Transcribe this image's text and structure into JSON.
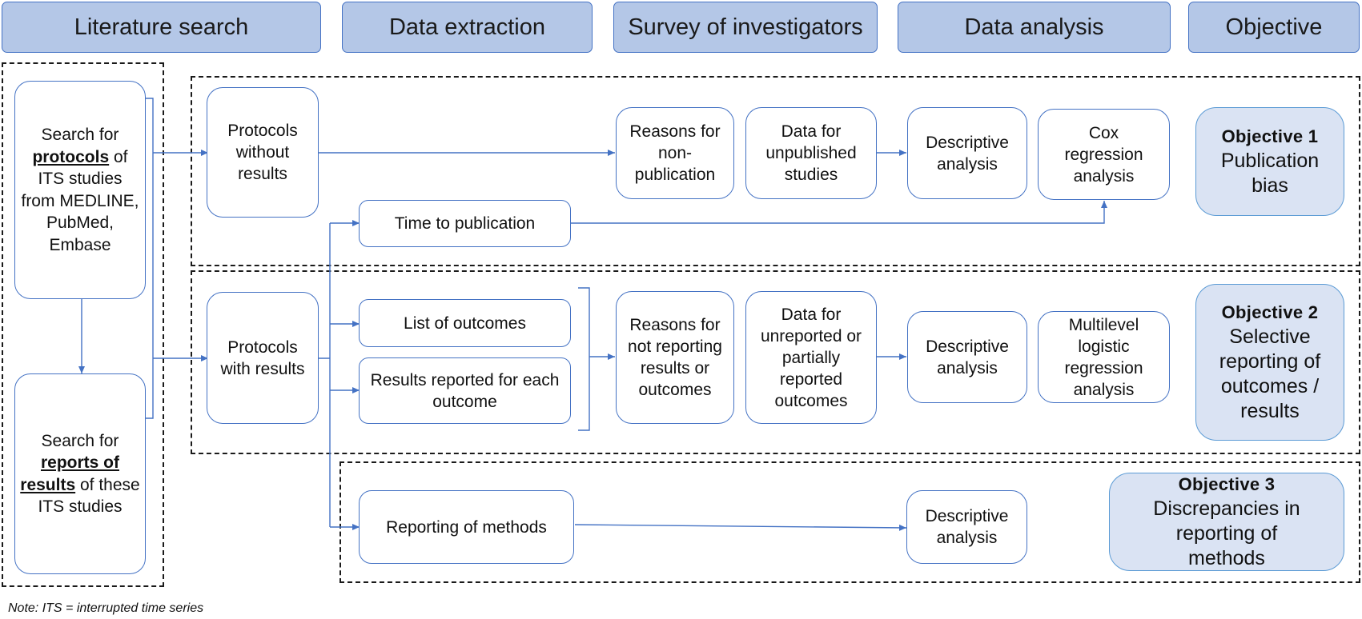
{
  "headers": {
    "literature_search": "Literature search",
    "data_extraction": "Data extraction",
    "survey": "Survey of investigators",
    "data_analysis": "Data analysis",
    "objective": "Objective"
  },
  "search_protocols": {
    "pre": "Search for",
    "em": "protocols",
    "post": "of ITS studies from MEDLINE, PubMed, Embase"
  },
  "search_reports": {
    "pre": "Search for",
    "em": "reports of results",
    "post": "of these ITS studies"
  },
  "nodes": {
    "protocols_without": "Protocols without results",
    "protocols_with": "Protocols with results",
    "time_to_pub": "Time to publication",
    "list_outcomes": "List of outcomes",
    "results_reported": "Results reported for each outcome",
    "reporting_methods": "Reporting of methods",
    "reasons_nonpub": "Reasons for non-publication",
    "data_unpublished": "Data for unpublished studies",
    "reasons_notreporting": "Reasons for not reporting results or outcomes",
    "data_unreported": "Data for unreported or partially reported outcomes",
    "descriptive_1": "Descriptive analysis",
    "cox": "Cox regression analysis",
    "descriptive_2": "Descriptive analysis",
    "multilevel": "Multilevel logistic regression analysis",
    "descriptive_3": "Descriptive analysis"
  },
  "objectives": [
    {
      "title": "Objective 1",
      "desc": "Publication bias"
    },
    {
      "title": "Objective 2",
      "desc": "Selective reporting of outcomes / results"
    },
    {
      "title": "Objective 3",
      "desc": "Discrepancies in reporting of methods"
    }
  ],
  "note": "Note: ITS = interrupted time series",
  "colors": {
    "header_fill": "#b4c7e7",
    "border_blue": "#4472c4",
    "objective_fill": "#dae3f3",
    "arrow": "#4472c4"
  }
}
